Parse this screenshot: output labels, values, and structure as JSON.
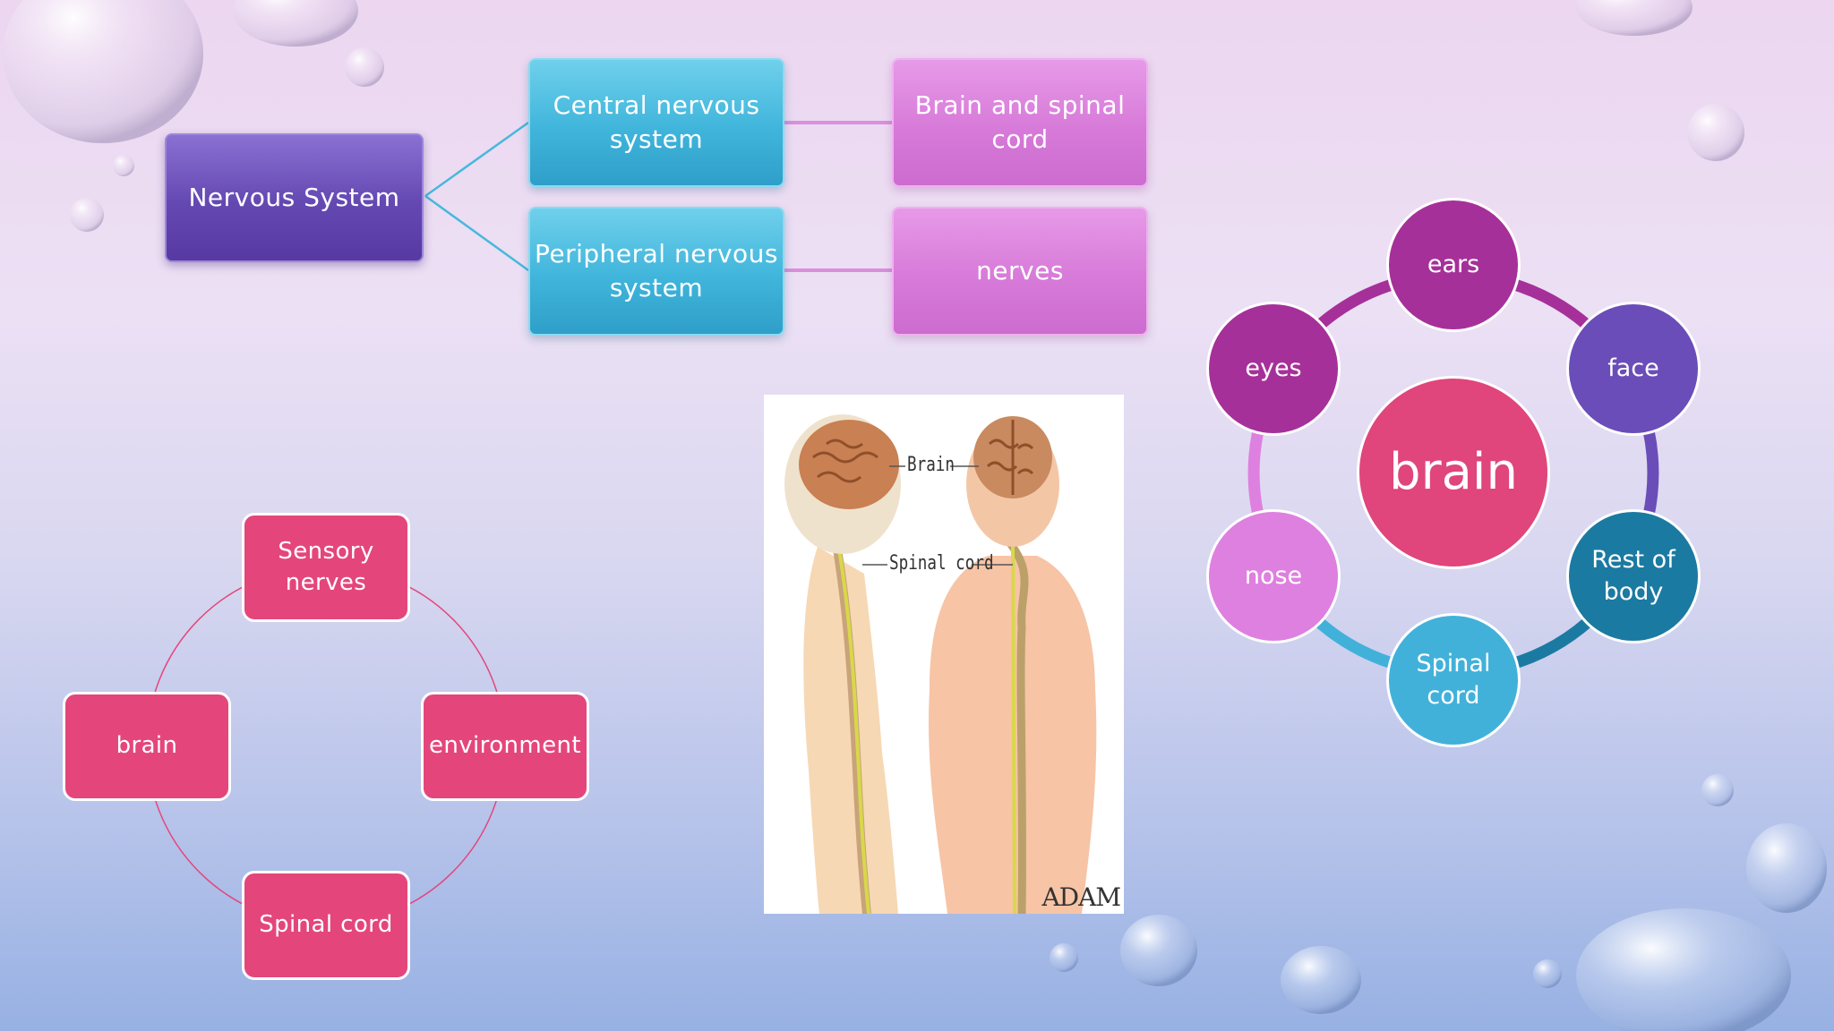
{
  "hierarchy": {
    "root": "Nervous System",
    "branches": [
      {
        "label": "Central nervous system",
        "line1": "Central nervous",
        "line2": "system",
        "leaf_line1": "Brain and spinal",
        "leaf_line2": "cord"
      },
      {
        "label": "Peripheral nervous system",
        "line1": "Peripheral nervous",
        "line2": "system",
        "leaf_line1": "nerves",
        "leaf_line2": ""
      }
    ]
  },
  "illustration": {
    "brain_label": "Brain",
    "spinal_label": "Spinal cord",
    "logo": "ADAM"
  },
  "cycle": {
    "top_line1": "Sensory",
    "top_line2": "nerves",
    "right": "environment",
    "bottom": "Spinal cord",
    "left": "brain"
  },
  "radial": {
    "center": "brain",
    "nodes": {
      "ears": "ears",
      "face": "face",
      "rest_line1": "Rest of",
      "rest_line2": "body",
      "spinal_line1": "Spinal",
      "spinal_line2": "cord",
      "nose": "nose",
      "eyes": "eyes"
    }
  },
  "colors": {
    "root": "#6448b2",
    "branch": "#40b5db",
    "leaf": "#d77ad9",
    "cycle": "#e4467c",
    "center": "#e0457b",
    "ears": "#a63099",
    "face": "#6a4db8",
    "rest_of_body": "#1b7aa1",
    "spinal_cord": "#42b1da",
    "nose": "#de80df",
    "eyes": "#a63099"
  }
}
